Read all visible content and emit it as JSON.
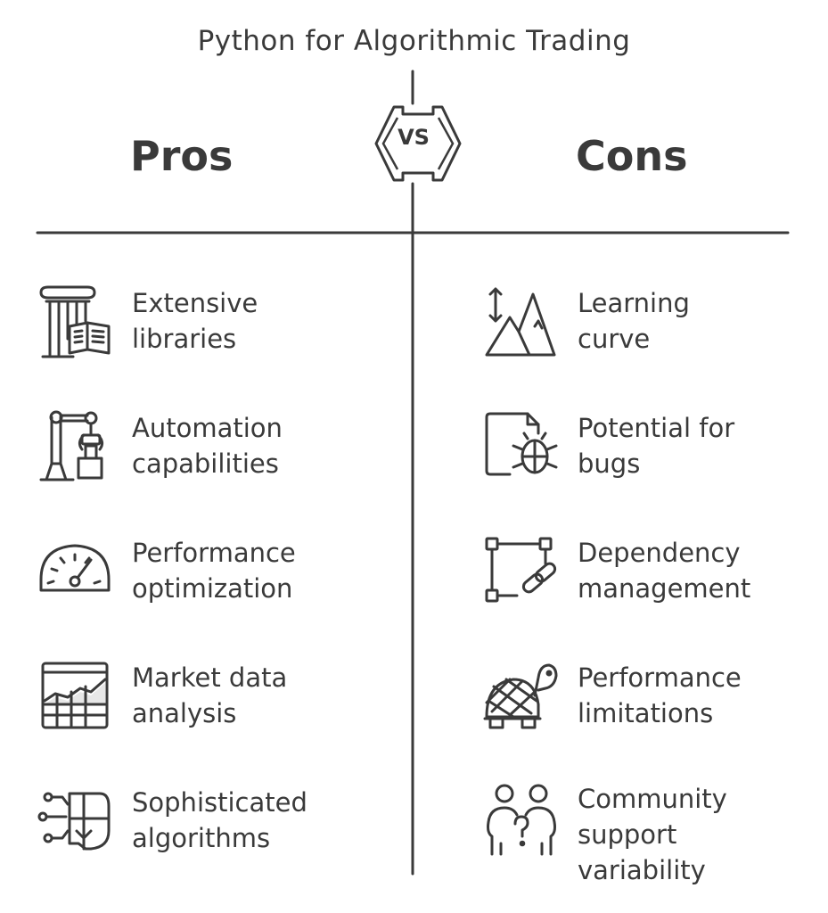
{
  "title": "Python for Algorithmic Trading",
  "vs_label": "VS",
  "pros": {
    "heading": "Pros",
    "items": [
      {
        "lines": [
          "Extensive",
          "libraries"
        ],
        "icon": "library-column-book-icon"
      },
      {
        "lines": [
          "Automation",
          "capabilities"
        ],
        "icon": "robot-arm-icon"
      },
      {
        "lines": [
          "Performance",
          "optimization"
        ],
        "icon": "speedometer-icon"
      },
      {
        "lines": [
          "Market data",
          "analysis"
        ],
        "icon": "chart-grid-icon"
      },
      {
        "lines": [
          "Sophisticated",
          "algorithms"
        ],
        "icon": "circuit-brain-icon"
      }
    ]
  },
  "cons": {
    "heading": "Cons",
    "items": [
      {
        "lines": [
          "Learning",
          "curve"
        ],
        "icon": "mountain-arrow-icon"
      },
      {
        "lines": [
          "Potential for",
          "bugs"
        ],
        "icon": "bug-document-icon"
      },
      {
        "lines": [
          "Dependency",
          "management"
        ],
        "icon": "link-nodes-icon"
      },
      {
        "lines": [
          "Performance",
          "limitations"
        ],
        "icon": "turtle-icon"
      },
      {
        "lines": [
          "Community",
          "support",
          "variability"
        ],
        "icon": "people-question-icon"
      }
    ]
  },
  "colors": {
    "ink": "#3a3a3a",
    "background": "#ffffff"
  }
}
